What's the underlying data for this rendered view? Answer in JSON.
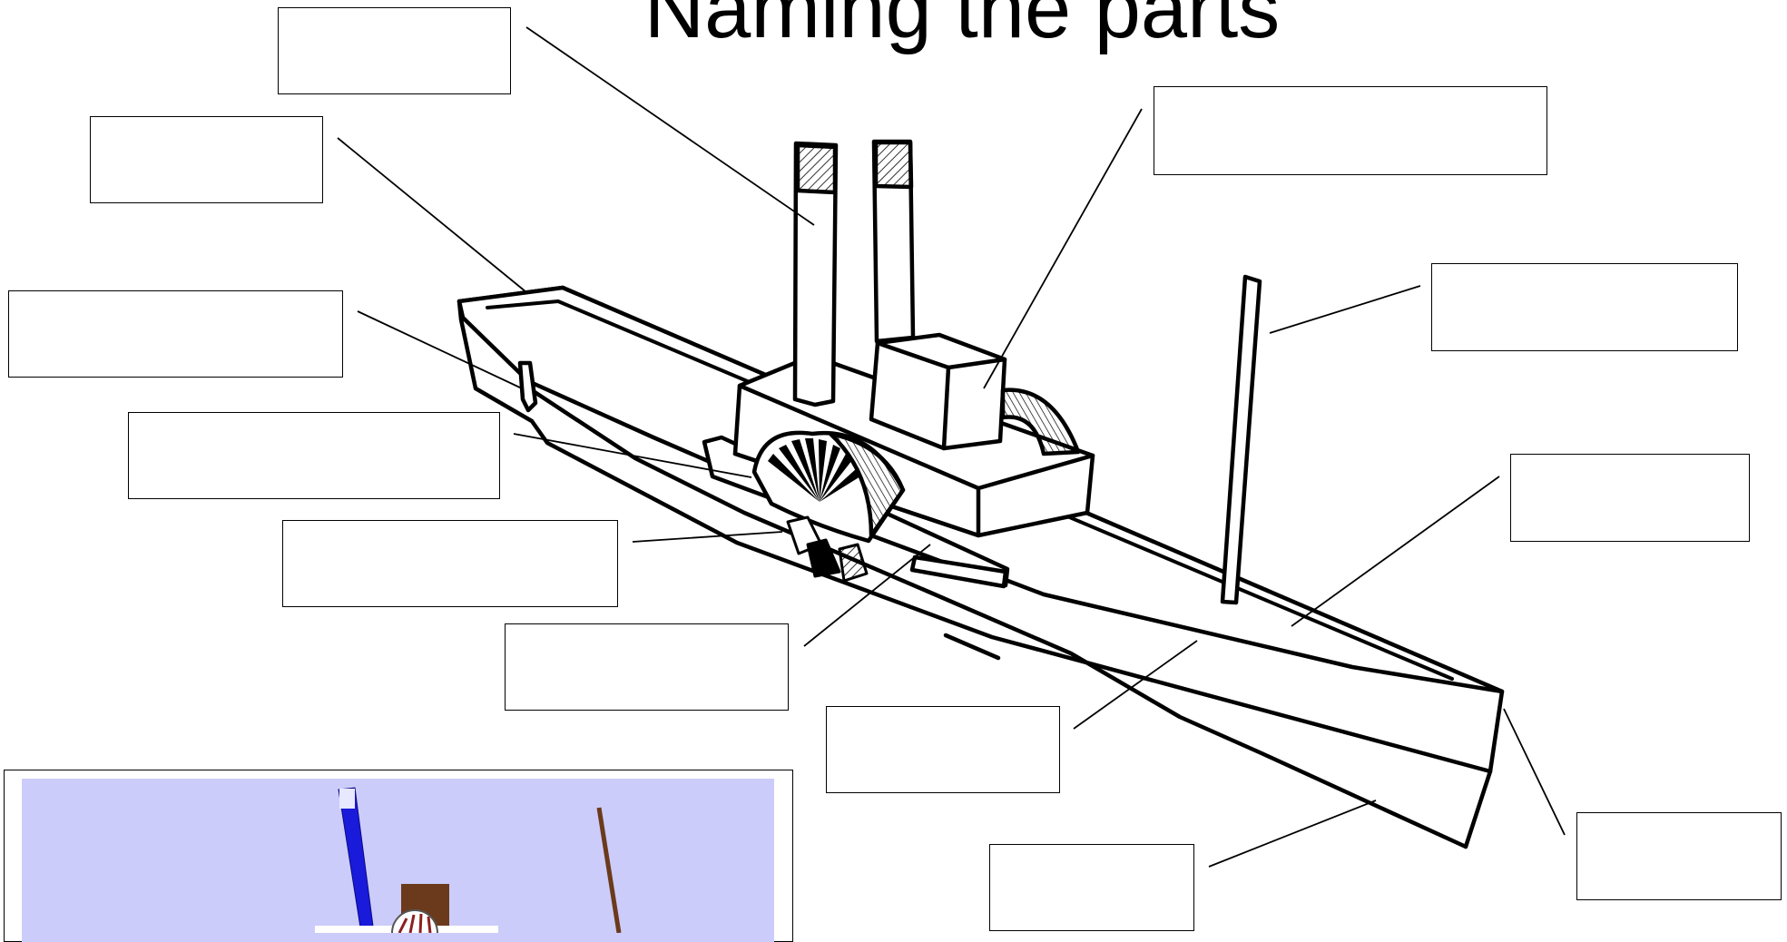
{
  "title": "Naming the parts",
  "label_boxes": [
    {
      "id": "box-1",
      "text": ""
    },
    {
      "id": "box-2",
      "text": ""
    },
    {
      "id": "box-3",
      "text": ""
    },
    {
      "id": "box-4",
      "text": ""
    },
    {
      "id": "box-5",
      "text": ""
    },
    {
      "id": "box-6",
      "text": ""
    },
    {
      "id": "box-7",
      "text": ""
    },
    {
      "id": "box-8",
      "text": ""
    },
    {
      "id": "box-9",
      "text": ""
    },
    {
      "id": "box-10",
      "text": ""
    },
    {
      "id": "box-11",
      "text": ""
    },
    {
      "id": "box-12",
      "text": ""
    }
  ],
  "colors": {
    "line": "#000000",
    "inset_background": "#ccccfa",
    "inset_funnel": "#1a1adb",
    "inset_cabin": "#6b3a1c",
    "inset_mast": "#6b3a1c"
  }
}
